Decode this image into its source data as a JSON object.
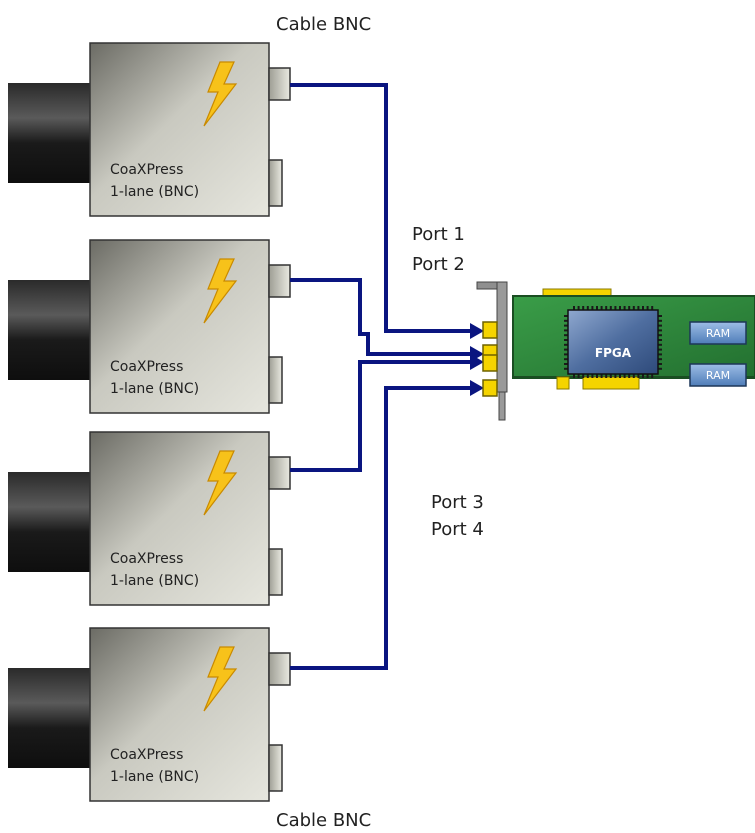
{
  "labels": {
    "cable_top": "Cable BNC",
    "cable_bottom": "Cable BNC",
    "port1": "Port 1",
    "port2": "Port 2",
    "port3": "Port 3",
    "port4": "Port 4"
  },
  "cameras": [
    {
      "line1": "CoaXPress",
      "line2": "1-lane (BNC)"
    },
    {
      "line1": "CoaXPress",
      "line2": "1-lane (BNC)"
    },
    {
      "line1": "CoaXPress",
      "line2": "1-lane (BNC)"
    },
    {
      "line1": "CoaXPress",
      "line2": "1-lane (BNC)"
    }
  ],
  "board": {
    "fpga_label": "FPGA",
    "ram1_label": "RAM",
    "ram2_label": "RAM"
  },
  "colors": {
    "cable": "#0a1580",
    "board": "#2d8a3a",
    "connector": "#f5d400",
    "fpga": "#5a78a8",
    "ram": "#6f9bd1",
    "lightning": "#f7c21a"
  },
  "icons": {
    "camera_badge": "lightning-icon"
  }
}
